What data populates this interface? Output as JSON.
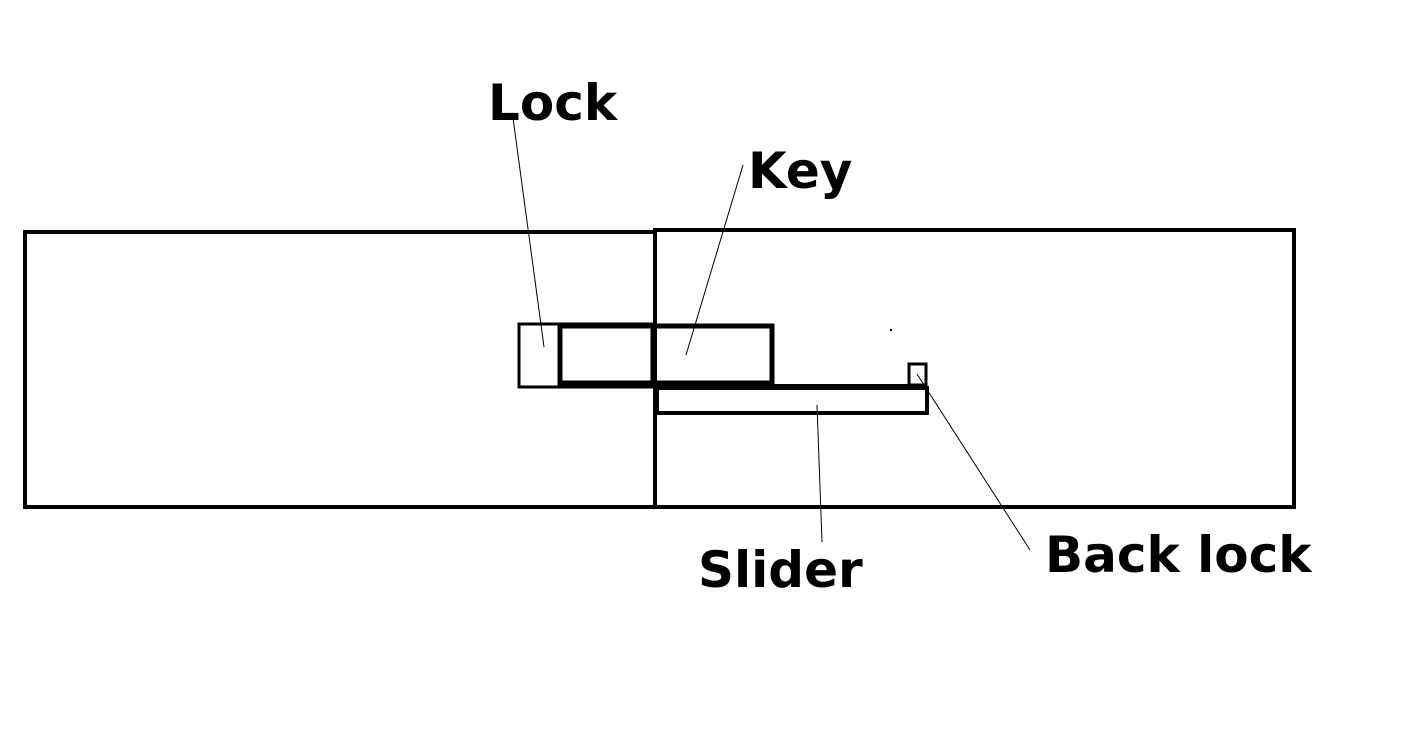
{
  "labels": {
    "lock": "Lock",
    "key": "Key",
    "slider": "Slider",
    "back_lock": "Back lock"
  },
  "colors": {
    "stroke": "#000000",
    "background": "#ffffff"
  }
}
